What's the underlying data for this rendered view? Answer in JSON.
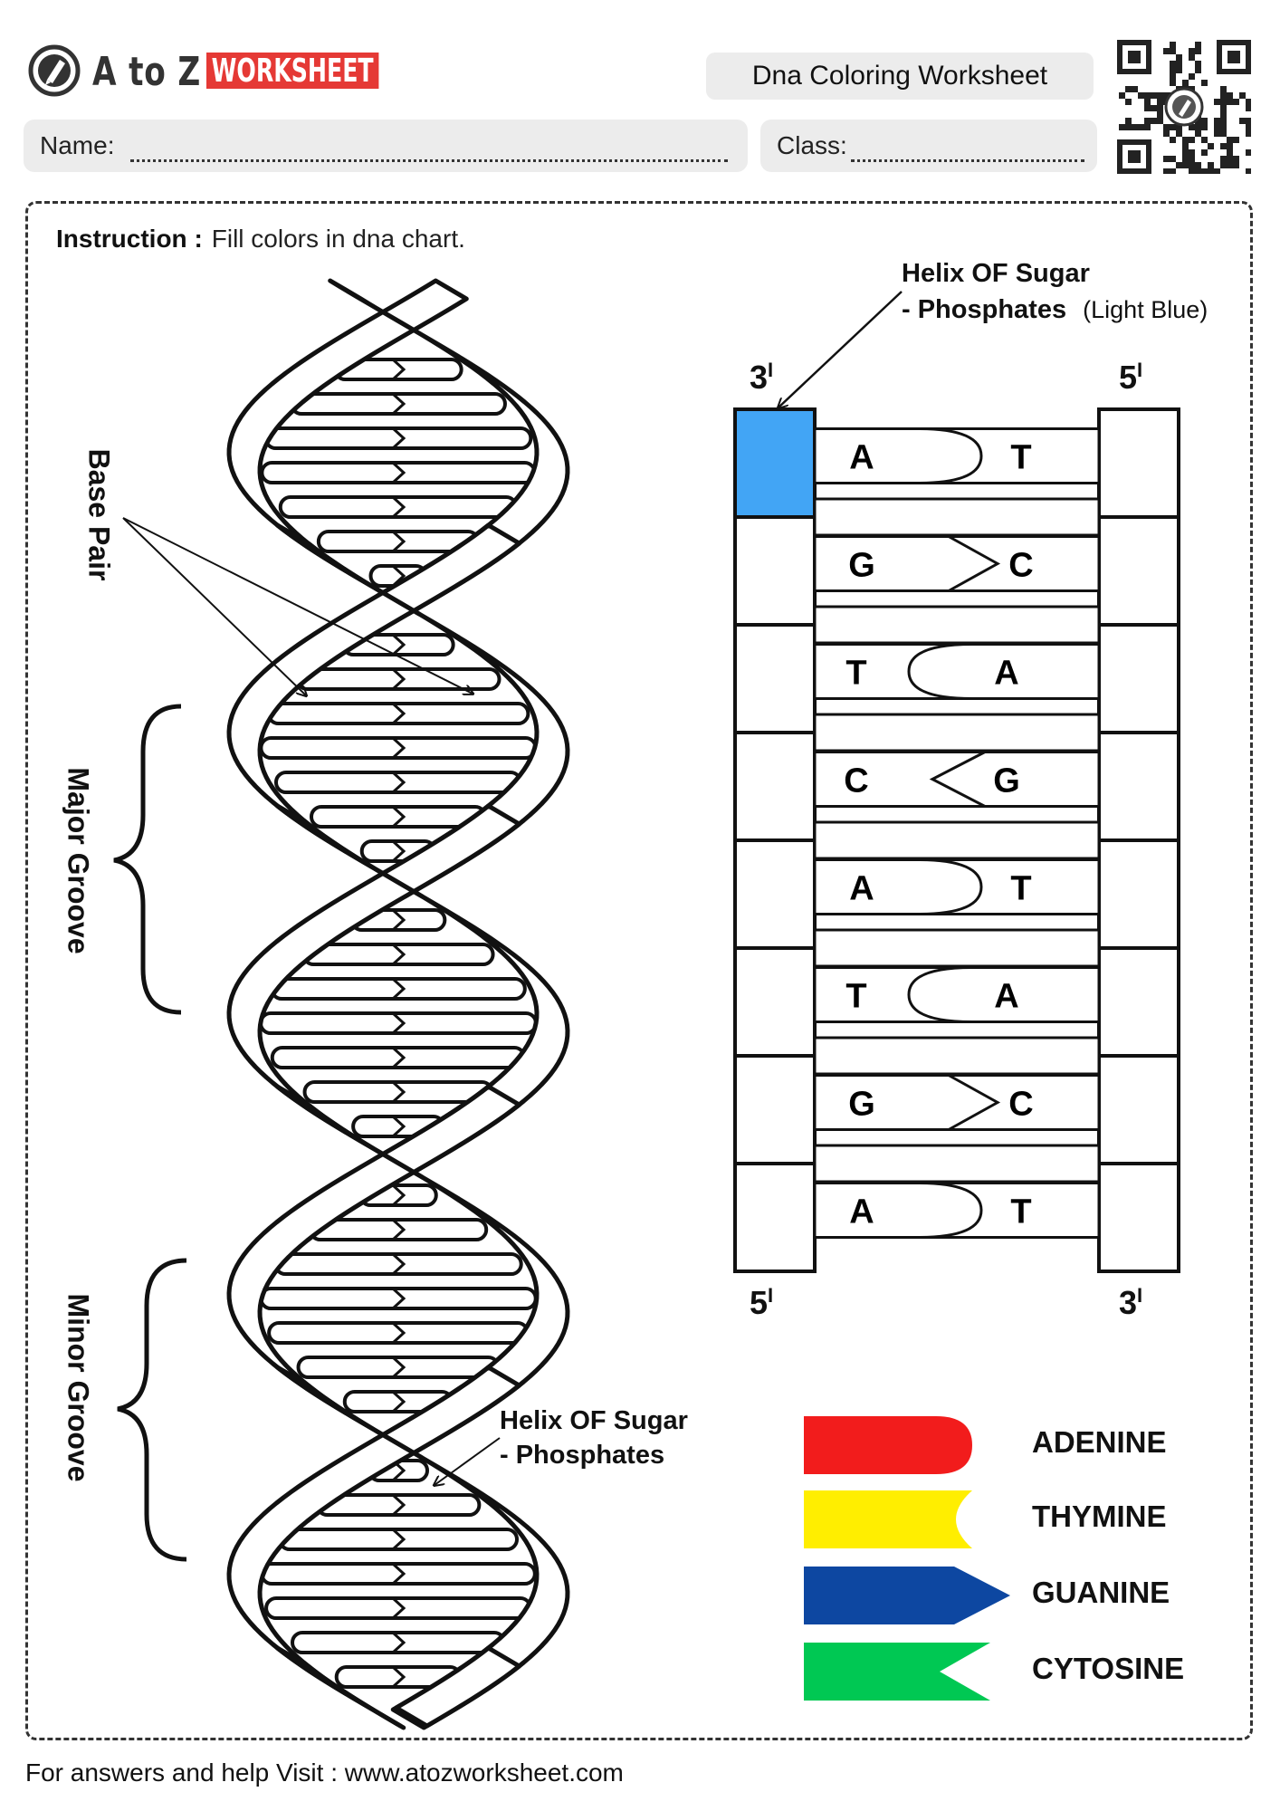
{
  "header": {
    "brand_atoz": "A to Z",
    "brand_worksheet": "WORKSHEET",
    "title": "Dna Coloring Worksheet",
    "name_label": "Name:",
    "class_label": "Class:"
  },
  "instruction": {
    "label": "Instruction :",
    "text": "Fill colors in dna chart."
  },
  "helix_labels": {
    "base_pair": "Base Pair",
    "major_groove": "Major Groove",
    "minor_groove": "Minor Groove",
    "sugar_line1": "Helix OF Sugar",
    "sugar_line2": "- Phosphates"
  },
  "ladder": {
    "top_label_line1": "Helix OF Sugar",
    "top_label_line2": "- Phosphates",
    "top_label_note": "(Light Blue)",
    "end_top_left": "3",
    "end_top_right": "5",
    "end_bottom_left": "5",
    "end_bottom_right": "3",
    "prime": "I",
    "highlight_color": "#42a5f5",
    "pairs": [
      {
        "left": "A",
        "right": "T"
      },
      {
        "left": "G",
        "right": "C"
      },
      {
        "left": "T",
        "right": "A"
      },
      {
        "left": "C",
        "right": "G"
      },
      {
        "left": "A",
        "right": "T"
      },
      {
        "left": "T",
        "right": "A"
      },
      {
        "left": "G",
        "right": "C"
      },
      {
        "left": "A",
        "right": "T"
      }
    ]
  },
  "legend": [
    {
      "name": "ADENINE",
      "color": "#f21c1c",
      "shape": "round-end"
    },
    {
      "name": "THYMINE",
      "color": "#ffee00",
      "shape": "concave-end"
    },
    {
      "name": "GUANINE",
      "color": "#0d47a1",
      "shape": "arrow-end"
    },
    {
      "name": "CYTOSINE",
      "color": "#00c853",
      "shape": "notch-end"
    }
  ],
  "footer": "For answers and help Visit : www.atozworksheet.com"
}
